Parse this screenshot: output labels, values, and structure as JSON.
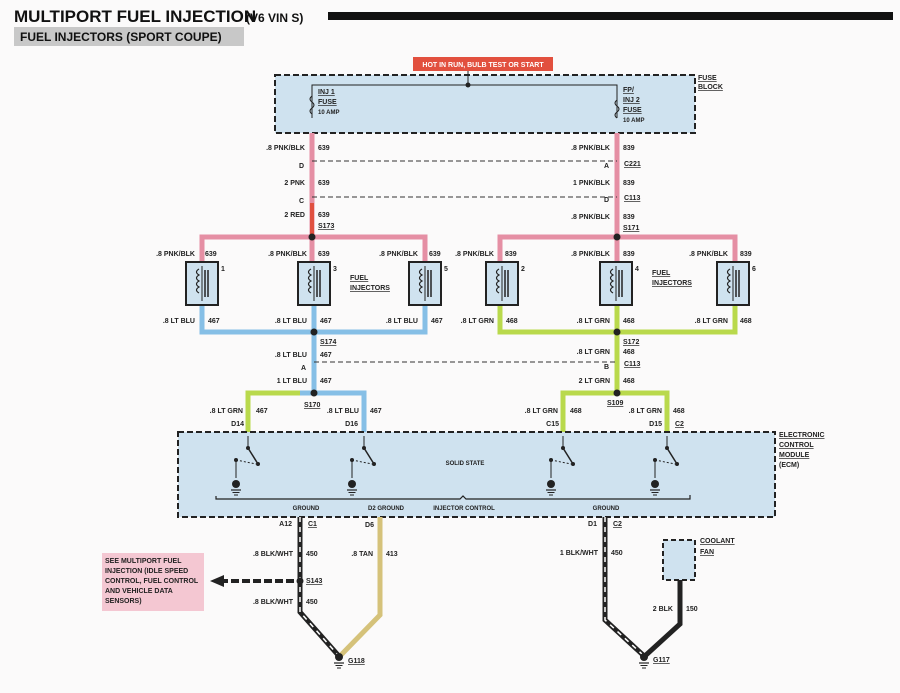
{
  "header": {
    "title": "MULTIPORT FUEL INJECTION",
    "vin": "(V6 VIN S)",
    "subtitle": "FUEL INJECTORS (SPORT COUPE)"
  },
  "hot_label": "HOT IN RUN, BULB TEST OR START",
  "fuse_block": {
    "label1": "FUSE",
    "label2": "BLOCK",
    "inj1": [
      "INJ 1",
      "FUSE",
      "10 AMP"
    ],
    "inj2": [
      "FP/",
      "INJ 2",
      "FUSE",
      "10 AMP"
    ]
  },
  "left_feed": {
    "w1": ".8 PNK/BLK",
    "c1": "639",
    "conn1": "D",
    "w2": "2 PNK",
    "c2": "639",
    "conn2": "C",
    "w3": "2 RED",
    "c3": "639",
    "splice": "S173"
  },
  "right_feed": {
    "w1": ".8 PNK/BLK",
    "c1": "839",
    "conn1": "A",
    "conn1_id": "C221",
    "w2": "1 PNK/BLK",
    "c2": "839",
    "conn2": "D",
    "conn2_id": "C113",
    "w3": ".8 PNK/BLK",
    "c3": "839",
    "splice": "S171"
  },
  "injectors": [
    {
      "num": "1",
      "top_wire": ".8 PNK/BLK",
      "top_circuit": "639",
      "bot_wire": ".8 LT BLU",
      "bot_circuit": "467"
    },
    {
      "num": "3",
      "top_wire": ".8 PNK/BLK",
      "top_circuit": "639",
      "bot_wire": ".8 LT BLU",
      "bot_circuit": "467"
    },
    {
      "num": "5",
      "top_wire": ".8 PNK/BLK",
      "top_circuit": "639",
      "bot_wire": ".8 LT BLU",
      "bot_circuit": "467"
    },
    {
      "num": "2",
      "top_wire": ".8 PNK/BLK",
      "top_circuit": "839",
      "bot_wire": ".8 LT GRN",
      "bot_circuit": "468"
    },
    {
      "num": "4",
      "top_wire": ".8 PNK/BLK",
      "top_circuit": "839",
      "bot_wire": ".8 LT GRN",
      "bot_circuit": "468"
    },
    {
      "num": "6",
      "top_wire": ".8 PNK/BLK",
      "top_circuit": "839",
      "bot_wire": ".8 LT GRN",
      "bot_circuit": "468"
    }
  ],
  "fuel_injectors_label": [
    "FUEL",
    "INJECTORS"
  ],
  "left_return": {
    "splice1": "S174",
    "w1": ".8 LT BLU",
    "c1": "467",
    "conn": "A",
    "w2": "1 LT BLU",
    "c2": "467",
    "splice2": "S170",
    "b1_wire": ".8 LT GRN",
    "b1_circuit": "467",
    "b1_pin": "D14",
    "b2_wire": ".8 LT BLU",
    "b2_circuit": "467",
    "b2_pin": "D16"
  },
  "right_return": {
    "splice1": "S172",
    "w1": ".8 LT GRN",
    "c1": "468",
    "conn": "B",
    "conn_id": "C113",
    "w2": "2 LT GRN",
    "c2": "468",
    "splice2": "S109",
    "b1_wire": ".8 LT GRN",
    "b1_circuit": "468",
    "b1_pin": "C15",
    "b2_wire": ".8 LT GRN",
    "b2_circuit": "468",
    "b2_pin": "D15",
    "b2_conn": "C2"
  },
  "ecm": {
    "label": [
      "ELECTRONIC",
      "CONTROL",
      "MODULE",
      "(ECM)"
    ],
    "solid_state": "SOLID STATE",
    "ground1": "GROUND",
    "d2_ground": "D2 GROUND",
    "injector_control": "INJECTOR CONTROL",
    "ground2": "GROUND"
  },
  "grounds": {
    "a12": "A12",
    "c1": "C1",
    "w450a": ".8 BLK/WHT",
    "c450a": "450",
    "splice": "S143",
    "w450b": ".8 BLK/WHT",
    "c450b": "450",
    "d6": "D6",
    "tan": ".8 TAN",
    "c413": "413",
    "g118": "G118",
    "d1": "D1",
    "c2": "C2",
    "w450c": "1 BLK/WHT",
    "c450c": "450",
    "blk2": "2 BLK",
    "c150": "150",
    "g117": "G117"
  },
  "note": [
    "SEE MULTIPORT FUEL",
    "INJECTION (IDLE SPEED",
    "CONTROL, FUEL CONTROL",
    "AND VEHICLE DATA",
    "SENSORS)"
  ],
  "coolant_fan": [
    "COOLANT",
    "FAN"
  ],
  "colors": {
    "pink": "#e58fa4",
    "red": "#e05040",
    "blue": "#86bfe6",
    "green": "#b9d94c",
    "tan": "#d5c27a",
    "box": "#cfe2ef",
    "note": "#f4c7d2"
  }
}
